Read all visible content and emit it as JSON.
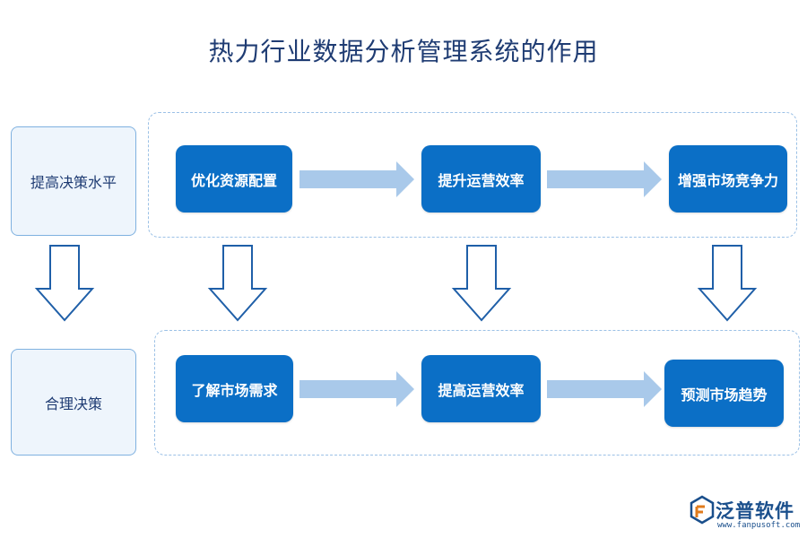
{
  "title": "热力行业数据分析管理系统的作用",
  "side_labels": [
    "提高决策水平",
    "合理决策"
  ],
  "row1_nodes": [
    "优化资源配置",
    "提升运营效率",
    "增强市场竞争力"
  ],
  "row2_nodes": [
    "了解市场需求",
    "提高运营效率",
    "预测市场趋势"
  ],
  "logo": {
    "name": "泛普软件",
    "url": "www.fanpusoft.com"
  },
  "colors": {
    "node": "#0b6fc6",
    "arrow": "#a9c9ea",
    "outline_arrow": "#1f5fa8",
    "dash": "#9cc1e6"
  }
}
